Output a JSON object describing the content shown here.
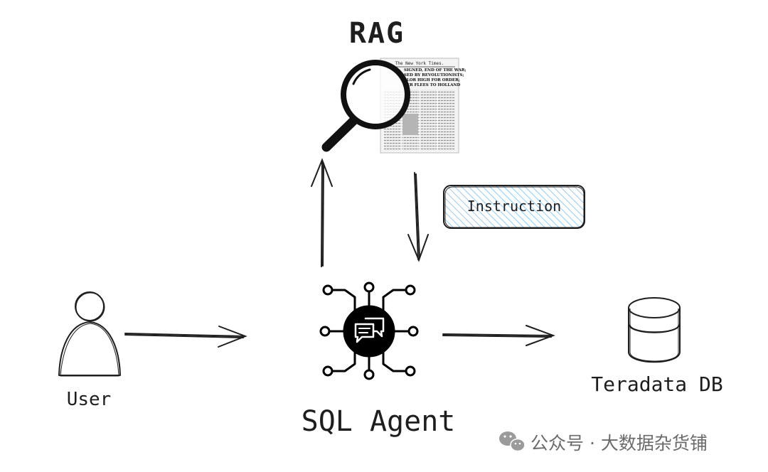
{
  "diagram": {
    "rag_label": "RAG",
    "instruction_label": "Instruction",
    "user_label": "User",
    "agent_label": "SQL Agent",
    "db_label": "Teradata DB",
    "newspaper_masthead": "The New York Times.",
    "newspaper_headlines": [
      "SIGNED, END OF THE WAR;",
      "SED BY REVOLUTIONISTS;",
      "LLOR HIGH FOR ORDER;",
      "SER FLEES TO HOLLAND"
    ],
    "icons": {
      "magnifier": "magnifier-icon",
      "newspaper": "newspaper-image",
      "user": "user-icon",
      "agent": "chat-circuit-icon",
      "database": "database-icon"
    },
    "colors": {
      "stroke": "#1e1e1e",
      "instruction_fill": "#a5d8ff",
      "instruction_hatch": "#74c0fc",
      "agent_fill": "#000000"
    }
  },
  "watermark": {
    "text": "公众号 · 大数据杂货铺",
    "icon": "wechat-icon"
  }
}
